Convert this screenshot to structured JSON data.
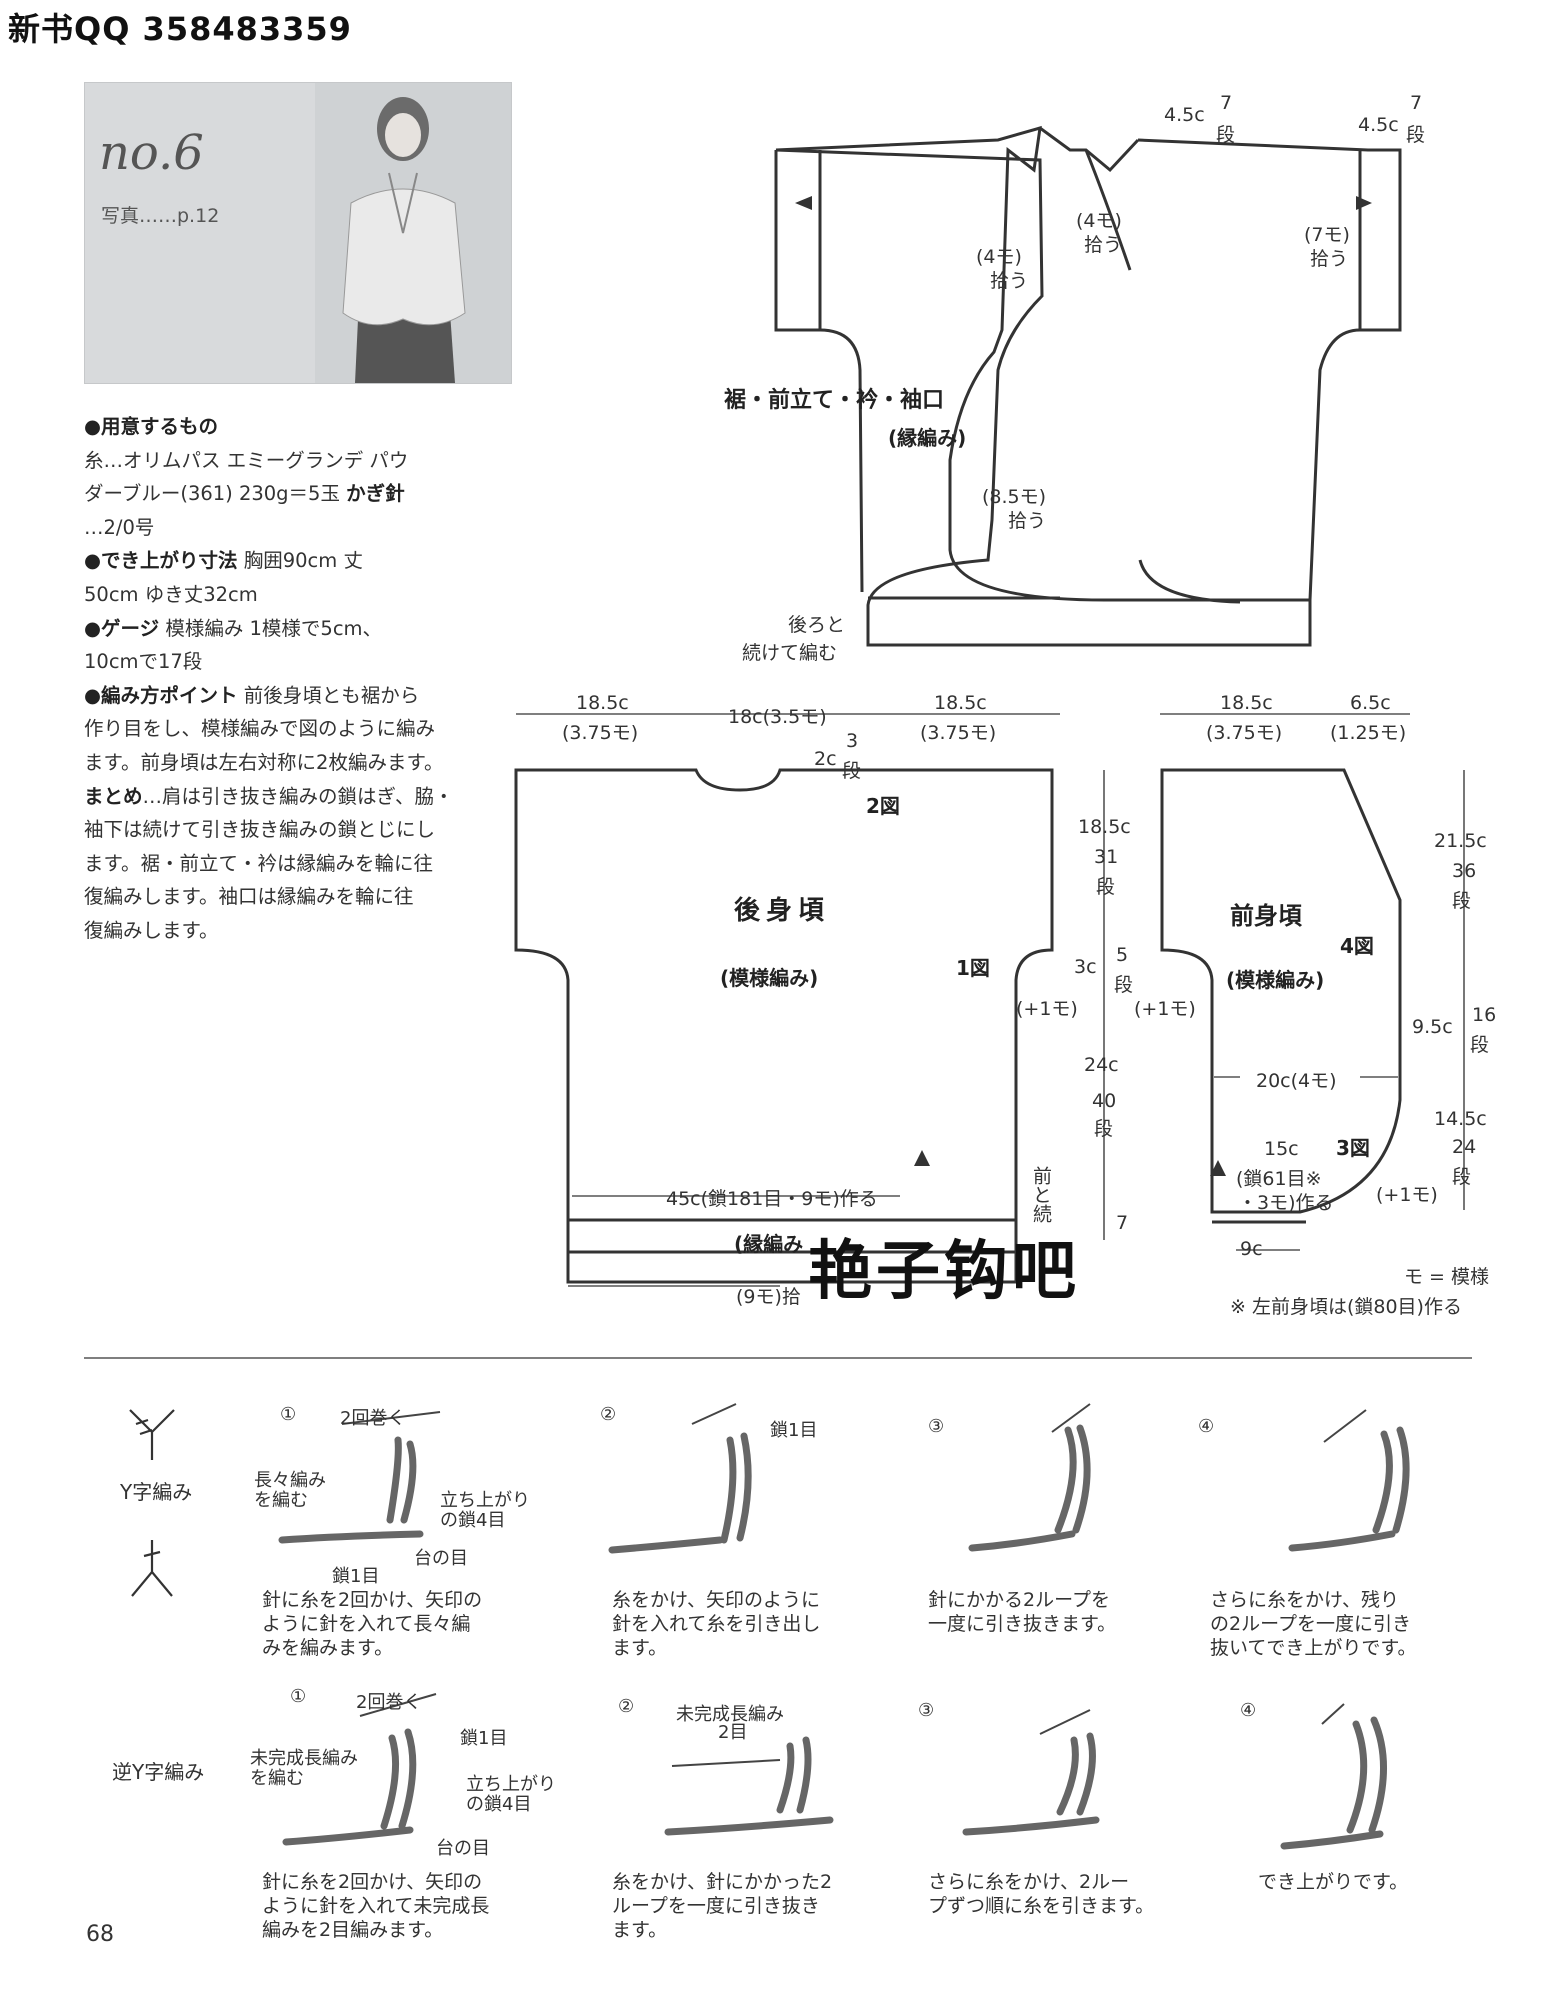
{
  "header": {
    "text": "新书QQ 358483359"
  },
  "photo": {
    "no_label": "no.6",
    "ref": "写真……p.12"
  },
  "materials": {
    "l1": "●用意するもの",
    "l2": "糸…オリムパス エミーグランデ パウ",
    "l3a": "ダーブルー(361) 230g＝5玉 ",
    "l3b": "かぎ針",
    "l4": "…2/0号",
    "l5a": "●でき上がり寸法",
    "l5b": " 胸囲90cm 丈",
    "l6": "50cm ゆき丈32cm",
    "l7a": "●ゲージ",
    "l7b": " 模様編み 1模様で5cm、",
    "l8": "10cmで17段",
    "l9a": "●編み方ポイント",
    "l9b": " 前後身頃とも裾から",
    "l10": "作り目をし、模様編みで図のように編み",
    "l11": "ます。前身頃は左右対称に2枚編みます。",
    "l12a": "まとめ",
    "l12b": "…肩は引き抜き編みの鎖はぎ、脇・",
    "l13": "袖下は続けて引き抜き編みの鎖とじにし",
    "l14": "ます。裾・前立て・衿は縁編みを輪に往",
    "l15": "復編みします。袖口は縁編みを輪に往",
    "l16": "復編みします。"
  },
  "top_diagram": {
    "title": "裾・前立て・衿・袖口",
    "sub": "(縁編み)",
    "d1": "4.5c",
    "d1b": "7",
    "d1c": "段",
    "d2": "4.5c",
    "d2b": "7",
    "d2c": "段",
    "p1": "(4モ)",
    "p1b": "拾う",
    "p2": "(4モ)",
    "p2b": "拾う",
    "p3": "(7モ)",
    "p3b": "拾う",
    "p4": "(8.5モ)",
    "p4b": "拾う",
    "cont": "後ろと",
    "cont2": "続けて編む"
  },
  "back": {
    "w1": "18.5c",
    "w1b": "(3.75モ)",
    "w2": "18c(3.5モ)",
    "w3": "18.5c",
    "w3b": "(3.75モ)",
    "neck": "2c",
    "neck_b": "3",
    "neck_c": "段",
    "fig2": "2図",
    "title": "後身頃",
    "sub": "(模様編み)",
    "fig1": "1図",
    "plus1": "(+1モ)",
    "base": "45c(鎖181目・9モ)作る",
    "edge": "(縁編み",
    "edge2": "(9モ)拾",
    "h1": "18.5c",
    "h1b": "31",
    "h1c": "段",
    "h2": "3c",
    "h2b": "5",
    "h2c": "段",
    "h3": "24c",
    "h3b": "40",
    "h3c": "段",
    "front_cont": "前と続",
    "seven": "7"
  },
  "front": {
    "w1": "18.5c",
    "w1b": "(3.75モ)",
    "w2": "6.5c",
    "w2b": "(1.25モ)",
    "title": "前身頃",
    "fig4": "4図",
    "sub": "(模様編み)",
    "plus1": "(+1モ)",
    "mid": "20c(4モ)",
    "s15": "15c",
    "fig3": "3図",
    "chain": "(鎖61目※",
    "chain2": "・3モ)作る",
    "plus2": "(+1モ)",
    "nine": "9c",
    "r1": "21.5c",
    "r1b": "36",
    "r1c": "段",
    "r2": "9.5c",
    "r2b": "16",
    "r2c": "段",
    "r3": "14.5c",
    "r3b": "24",
    "r3c": "段",
    "legend": "モ = 模様",
    "note": "※ 左前身頃は(鎖80目)作る"
  },
  "symbols": {
    "y_name": "Y字編み",
    "iy_name": "逆Y字編み",
    "y_steps": [
      {
        "n": "①",
        "cap": [
          "針に糸を2回かけ、矢印の",
          "ように針を入れて長々編",
          "みを編みます。"
        ]
      },
      {
        "n": "②",
        "cap": [
          "糸をかけ、矢印のように",
          "針を入れて糸を引き出し",
          "ます。"
        ]
      },
      {
        "n": "③",
        "cap": [
          "針にかかる2ループを",
          "一度に引き抜きます。"
        ]
      },
      {
        "n": "④",
        "cap": [
          "さらに糸をかけ、残り",
          "の2ループを一度に引き",
          "抜いてでき上がりです。"
        ]
      }
    ],
    "iy_steps": [
      {
        "n": "①",
        "cap": [
          "針に糸を2回かけ、矢印の",
          "ように針を入れて未完成長",
          "編みを2目編みます。"
        ]
      },
      {
        "n": "②",
        "cap": [
          "糸をかけ、針にかかった2",
          "ループを一度に引き抜き",
          "ます。"
        ]
      },
      {
        "n": "③",
        "cap": [
          "さらに糸をかけ、2ルー",
          "プずつ順に糸を引きます。"
        ]
      },
      {
        "n": "④",
        "cap": [
          "でき上がりです。"
        ]
      }
    ],
    "y1_labels": {
      "a": "2回巻く",
      "b": "長々編み",
      "c": "を編む",
      "d": "立ち上がり",
      "e": "の鎖4目",
      "f": "台の目",
      "g": "鎖1目"
    },
    "y2_label": "鎖1目",
    "iy1_labels": {
      "a": "2回巻く",
      "b": "鎖1目",
      "c": "未完成長編み",
      "d": "を編む",
      "e": "立ち上がり",
      "f": "の鎖4目",
      "g": "台の目"
    },
    "iy2_labels": {
      "a": "未完成長編み",
      "b": "2目"
    }
  },
  "watermark": "艳子钩吧",
  "page_number": "68"
}
